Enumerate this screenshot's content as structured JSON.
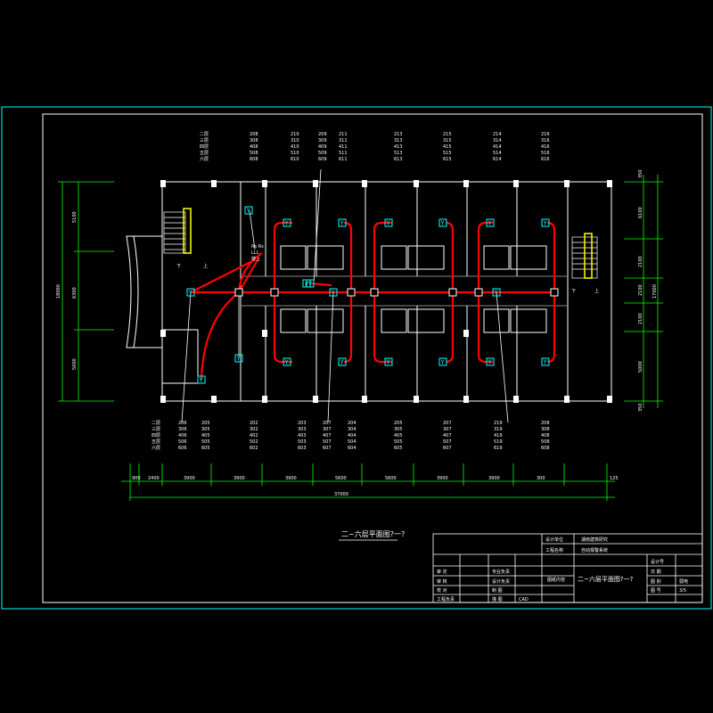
{
  "drawing": {
    "title": "二~六层平面图?一?",
    "stair_down": "下",
    "stair_up": "上",
    "total_dim": "37000",
    "left_total_dim": "18000",
    "right_total_dim": "17000",
    "bottom_dims": [
      "900",
      "2400",
      "3900",
      "3900",
      "3900",
      "5600",
      "5600",
      "3900",
      "3900",
      "300",
      "125"
    ],
    "left_dims": [
      "5100",
      "6300",
      "5000"
    ],
    "right_dims": [
      "350",
      "6100",
      "2100",
      "2100",
      "2100",
      "5000",
      "350"
    ],
    "detector_label": "Y",
    "panel_label": "F",
    "panel_note": [
      "Rs Rs",
      "LLL",
      "楼上"
    ]
  },
  "top_room_columns": [
    [
      "二层",
      "三层",
      "四层",
      "五层",
      "六层"
    ],
    [
      "208",
      "308",
      "408",
      "508",
      "608"
    ],
    [
      "210",
      "310",
      "410",
      "510",
      "610"
    ],
    [
      "209",
      "309",
      "409",
      "509",
      "609"
    ],
    [
      "211",
      "311",
      "411",
      "511",
      "611"
    ],
    [
      "213",
      "313",
      "413",
      "513",
      "613"
    ],
    [
      "215",
      "315",
      "415",
      "515",
      "615"
    ],
    [
      "214",
      "314",
      "414",
      "514",
      "614"
    ],
    [
      "216",
      "316",
      "416",
      "516",
      "616"
    ]
  ],
  "bottom_room_columns": [
    [
      "二层",
      "三层",
      "四层",
      "五层",
      "六层"
    ],
    [
      "206",
      "306",
      "406",
      "506",
      "606"
    ],
    [
      "205",
      "305",
      "405",
      "505",
      "605"
    ],
    [
      "202",
      "302",
      "402",
      "502",
      "602"
    ],
    [
      "203",
      "303",
      "403",
      "503",
      "603"
    ],
    [
      "207",
      "307",
      "407",
      "507",
      "607"
    ],
    [
      "204",
      "304",
      "404",
      "504",
      "604"
    ],
    [
      "205",
      "305",
      "405",
      "505",
      "605"
    ],
    [
      "207",
      "307",
      "407",
      "507",
      "607"
    ],
    [
      "219",
      "319",
      "419",
      "519",
      "619"
    ],
    [
      "208",
      "308",
      "408",
      "508",
      "608"
    ]
  ],
  "title_block": {
    "design_unit_label": "设计单位",
    "design_unit": "湖南建筑研究",
    "project_label": "工程名称",
    "project": "自动报警系统",
    "drawing_label": "图纸内容",
    "drawing_name": "二~六层平面图?一?",
    "rows": [
      [
        "审  定",
        "",
        "专业负责",
        ""
      ],
      [
        "审  核",
        "",
        "设计负责",
        ""
      ],
      [
        "校  对",
        "",
        "制  图",
        ""
      ],
      [
        "工程负责",
        "",
        "描  图",
        "CAD"
      ]
    ],
    "right_labels": [
      "设计号",
      "日  期",
      "图  别",
      "图  号"
    ],
    "right_values": [
      "",
      "",
      "弱电",
      "3/5"
    ]
  }
}
